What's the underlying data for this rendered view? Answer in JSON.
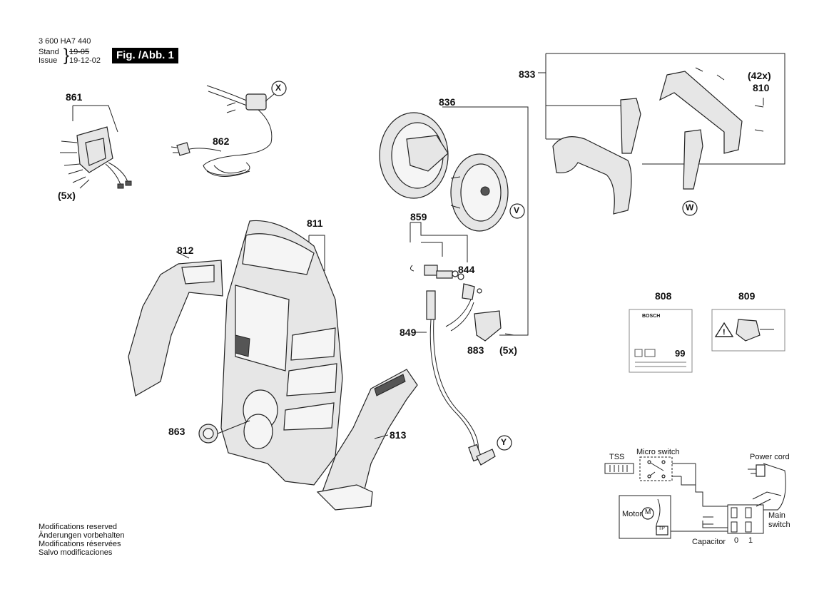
{
  "header": {
    "part_number": "3 600 HA7 440",
    "stand_label": "Stand",
    "stand_value": "19-05",
    "issue_label": "Issue",
    "issue_value": "19-12-02",
    "figure_label": "Fig. /Abb. 1"
  },
  "part_labels": {
    "p861": "861",
    "p862": "862",
    "p836": "836",
    "p833": "833",
    "p810": "810",
    "qty42": "(42x)",
    "p811": "811",
    "p812": "812",
    "p859": "859",
    "p844": "844",
    "p849": "849",
    "p883": "883",
    "qty5b": "(5x)",
    "qty5a": "(5x)",
    "p808": "808",
    "p809": "809",
    "p863": "863",
    "p813": "813"
  },
  "callouts": {
    "x": "X",
    "v": "V",
    "w": "W",
    "y": "Y"
  },
  "label_808": "BOSCH",
  "label_808_number": "99",
  "wiring": {
    "tss": "TSS",
    "micro_switch": "Micro switch",
    "power_cord": "Power cord",
    "motor": "Motor",
    "motor_symbol": "M",
    "tp": "TP",
    "main_switch_1": "Main",
    "main_switch_2": "switch",
    "capacitor": "Capacitor",
    "pos0": "0",
    "pos1": "1"
  },
  "modifications": [
    "Modifications reserved",
    "Änderungen vorbehalten",
    "Modifications réservées",
    "Salvo modificaciones"
  ]
}
